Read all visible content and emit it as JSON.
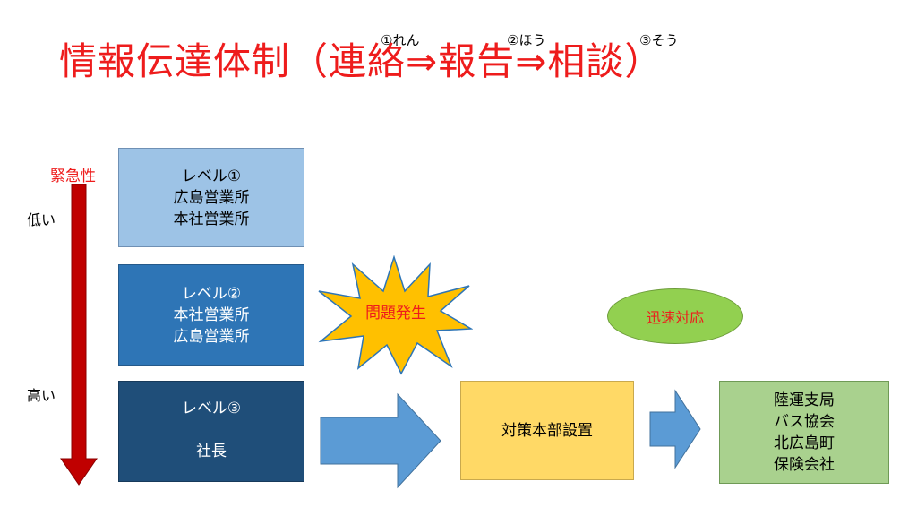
{
  "title": {
    "main": "情報伝達体制（連絡⇒報告⇒相談）",
    "ruby": [
      "①れん",
      "②ほう",
      "③そう"
    ]
  },
  "urgency": {
    "label": "緊急性",
    "low": "低い",
    "high": "高い"
  },
  "levels": [
    {
      "heading": "レベル①",
      "lines": [
        "広島営業所",
        "本社営業所"
      ]
    },
    {
      "heading": "レベル②",
      "lines": [
        "本社営業所",
        "広島営業所"
      ]
    },
    {
      "heading": "レベル③",
      "lines": [
        "社長"
      ]
    }
  ],
  "burst": {
    "label": "問題発生"
  },
  "quick_response": {
    "label": "迅速対応"
  },
  "headquarters": {
    "label": "対策本部設置"
  },
  "external": {
    "lines": [
      "陸運支局",
      "バス協会",
      "北広島町",
      "保険会社"
    ]
  },
  "colors": {
    "title_red": "#ee1c1c",
    "level1": "#9dc3e6",
    "level2": "#2e75b6",
    "level3": "#1f4e79",
    "headquarters": "#ffd966",
    "external": "#a9d18e",
    "oval": "#92d050",
    "burst": "#ffc000",
    "arrow": "#5b9bd5",
    "urgency_arrow": "#c00000"
  }
}
